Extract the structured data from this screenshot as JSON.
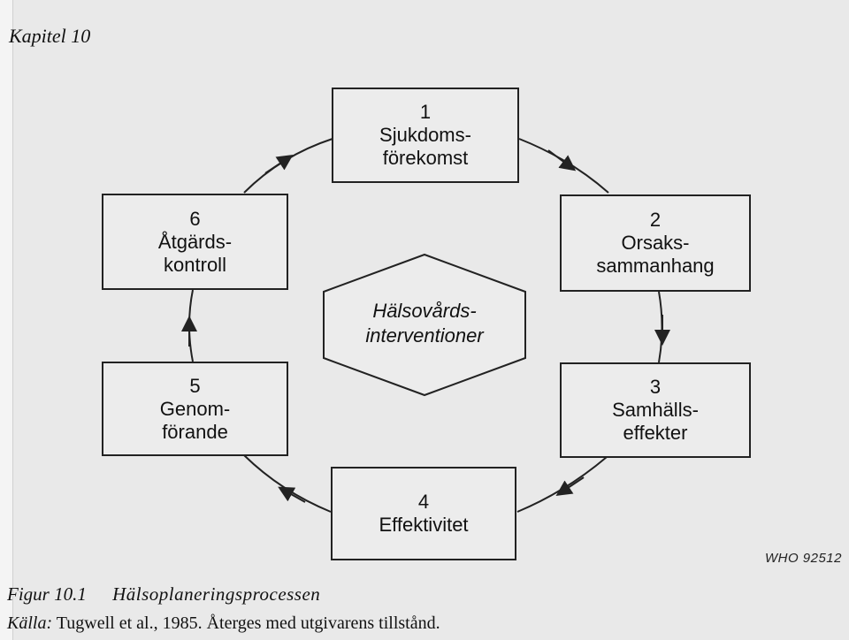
{
  "header": {
    "chapter": "Kapitel 10"
  },
  "boxes": [
    {
      "num": "1",
      "line1": "Sjukdoms-",
      "line2": "förekomst"
    },
    {
      "num": "2",
      "line1": "Orsaks-",
      "line2": "sammanhang"
    },
    {
      "num": "3",
      "line1": "Samhälls-",
      "line2": "effekter"
    },
    {
      "num": "4",
      "line1": "Effektivitet",
      "line2": ""
    },
    {
      "num": "5",
      "line1": "Genom-",
      "line2": "förande"
    },
    {
      "num": "6",
      "line1": "Åtgärds-",
      "line2": "kontroll"
    }
  ],
  "center": {
    "line1": "Hälsovårds-",
    "line2": "interventioner"
  },
  "credit": "WHO 92512",
  "caption": {
    "figure": "Figur 10.1",
    "title": "Hälsoplaneringsprocessen",
    "source_label": "Källa:",
    "source_text": "Tugwell et al., 1985. Återges med utgivarens tillstånd."
  },
  "colors": {
    "ink": "#222222",
    "paper": "#e9e9e9"
  }
}
